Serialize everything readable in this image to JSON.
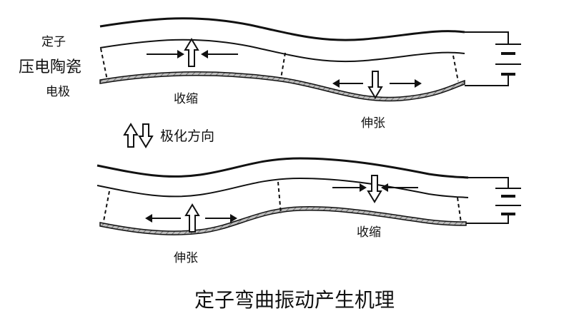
{
  "labels": {
    "stator": "定子",
    "piezo_ceramic": "压电陶瓷",
    "electrode": "电极",
    "top_contract": "收缩",
    "top_stretch": "伸张",
    "polarization": "极化方向",
    "bottom_stretch": "伸张",
    "bottom_contract": "收缩"
  },
  "caption": "定子弯曲振动产生机理",
  "colors": {
    "stroke": "#111111",
    "electrode_fill": "#9a9a9a",
    "background": "#ffffff"
  },
  "icons": [
    "battery-icon",
    "arrow-left-icon",
    "arrow-right-icon",
    "hollow-arrow-up-icon",
    "hollow-arrow-down-icon"
  ]
}
